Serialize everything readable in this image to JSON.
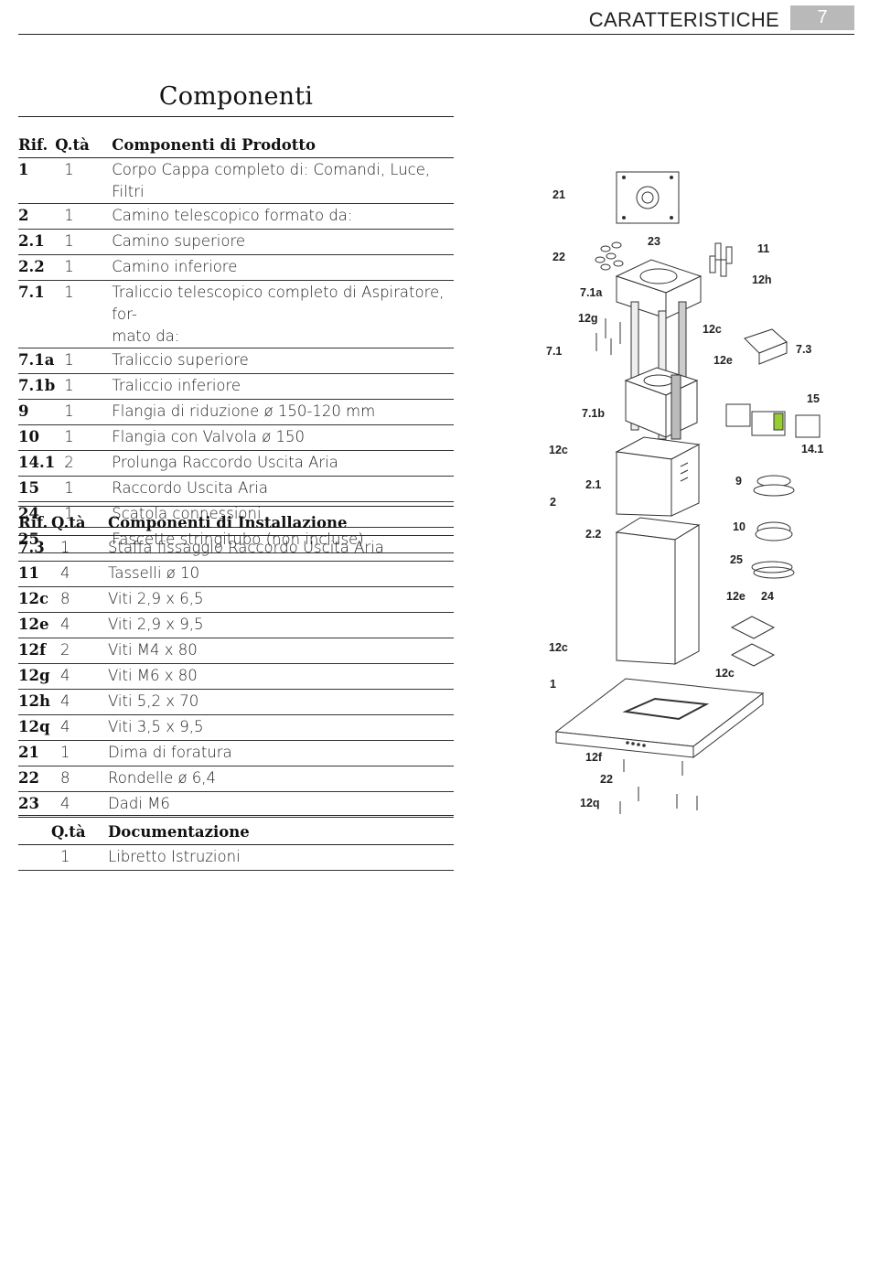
{
  "header": {
    "section": "CARATTERISTICHE",
    "page_number": "7"
  },
  "title": "Componenti",
  "product_table": {
    "headers": {
      "ref": "Rif.",
      "qty": "Q.tà",
      "desc": "Componenti di Prodotto"
    },
    "rows": [
      {
        "ref": "1",
        "qty": "1",
        "desc": "Corpo Cappa completo di: Comandi, Luce, Filtri"
      },
      {
        "ref": "2",
        "qty": "1",
        "desc": "Camino telescopico formato da:"
      },
      {
        "ref": "2.1",
        "qty": "1",
        "desc": "Camino superiore"
      },
      {
        "ref": "2.2",
        "qty": "1",
        "desc": "Camino inferiore"
      },
      {
        "ref": "7.1",
        "qty": "1",
        "desc": "Traliccio telescopico completo di Aspiratore, for-",
        "desc2": "mato da:"
      },
      {
        "ref": "7.1a",
        "qty": "1",
        "desc": "Traliccio superiore"
      },
      {
        "ref": "7.1b",
        "qty": "1",
        "desc": "Traliccio inferiore"
      },
      {
        "ref": "9",
        "qty": "1",
        "desc": "Flangia di riduzione ø 150-120 mm"
      },
      {
        "ref": "10",
        "qty": "1",
        "desc": "Flangia con Valvola ø 150"
      },
      {
        "ref": "14.1",
        "qty": "2",
        "desc": "Prolunga Raccordo Uscita Aria"
      },
      {
        "ref": "15",
        "qty": "1",
        "desc": "Raccordo Uscita Aria"
      },
      {
        "ref": "24",
        "qty": "1",
        "desc": "Scatola connessioni"
      },
      {
        "ref": "25",
        "qty": "",
        "desc": "Fascette stringitubo (non incluse)"
      }
    ]
  },
  "install_table": {
    "headers": {
      "ref": "Rif.",
      "qty": "Q.tà",
      "desc": "Componenti di Installazione"
    },
    "rows": [
      {
        "ref": "7.3",
        "qty": "1",
        "desc": "Staffa fissaggio Raccordo Uscita Aria"
      },
      {
        "ref": "11",
        "qty": "4",
        "desc": "Tasselli ø 10"
      },
      {
        "ref": "12c",
        "qty": "8",
        "desc": "Viti 2,9 x 6,5"
      },
      {
        "ref": "12e",
        "qty": "4",
        "desc": "Viti 2,9 x 9,5"
      },
      {
        "ref": "12f",
        "qty": "2",
        "desc": "Viti M4 x 80"
      },
      {
        "ref": "12g",
        "qty": "4",
        "desc": "Viti M6 x 80"
      },
      {
        "ref": "12h",
        "qty": "4",
        "desc": "Viti 5,2 x 70"
      },
      {
        "ref": "12q",
        "qty": "4",
        "desc": "Viti 3,5 x 9,5"
      },
      {
        "ref": "21",
        "qty": "1",
        "desc": "Dima di foratura"
      },
      {
        "ref": "22",
        "qty": "8",
        "desc": "Rondelle ø 6,4"
      },
      {
        "ref": "23",
        "qty": "4",
        "desc": "Dadi M6"
      }
    ]
  },
  "doc_table": {
    "headers": {
      "ref": "",
      "qty": "Q.tà",
      "desc": "Documentazione"
    },
    "rows": [
      {
        "ref": "",
        "qty": "1",
        "desc": "Libretto Istruzioni"
      }
    ]
  },
  "diagram": {
    "labels": {
      "l21": "21",
      "l22a": "22",
      "l23": "23",
      "l11": "11",
      "l12h": "12h",
      "l71a": "7.1a",
      "l12g": "12g",
      "l71": "7.1",
      "l12c_a": "12c",
      "l12e_a": "12e",
      "l73": "7.3",
      "l15": "15",
      "l71b": "7.1b",
      "l12c_b": "12c",
      "l141": "14.1",
      "l21b": "2.1",
      "l2": "2",
      "l9": "9",
      "l22b": "2.2",
      "l10": "10",
      "l25": "25",
      "l12e_b": "12e",
      "l24": "24",
      "l12c_c": "12c",
      "l12c_d": "12c",
      "l1": "1",
      "l12f": "12f",
      "l22c": "22",
      "l12q": "12q"
    }
  }
}
